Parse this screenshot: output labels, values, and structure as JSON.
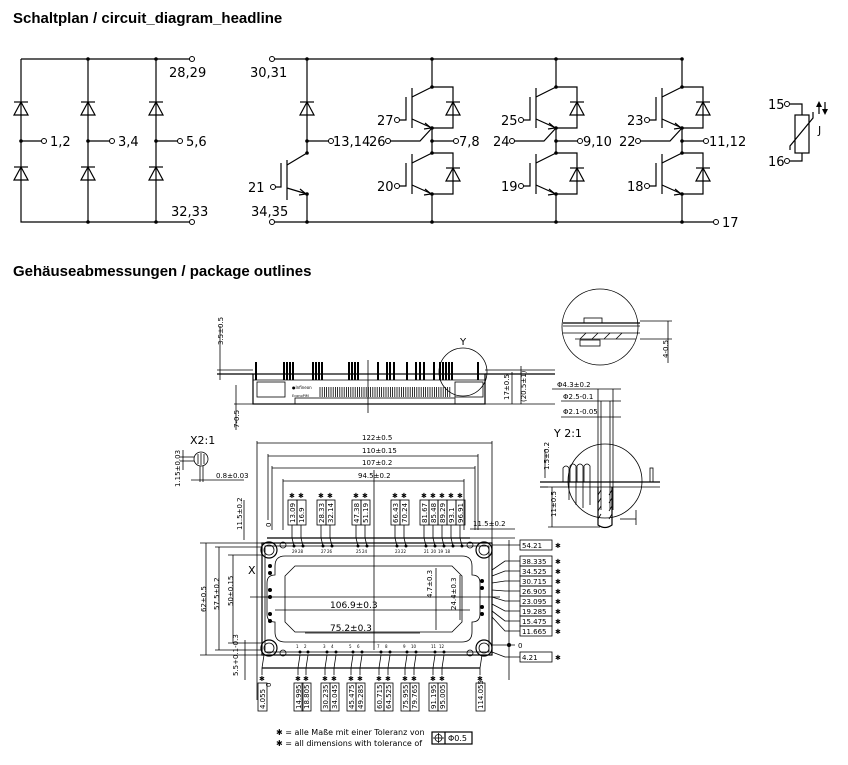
{
  "headlines": {
    "circuit": "Schaltplan / circuit_diagram_headline",
    "package": "Gehäuseabmessungen / package outlines"
  },
  "circuit": {
    "rectifier": {
      "top_terminal": "28,29",
      "bottom_terminal": "32,33",
      "ac_terminals": [
        "1,2",
        "3,4",
        "5,6"
      ]
    },
    "brake_chopper": {
      "top_terminal": "30,31",
      "bottom_terminal": "34,35",
      "gate": "21",
      "output": "13,14"
    },
    "inverter": {
      "phases": [
        {
          "high_gate": "27",
          "aux": "26",
          "low_gate": "20",
          "output": "7,8"
        },
        {
          "high_gate": "25",
          "aux": "24",
          "low_gate": "19",
          "output": "9,10"
        },
        {
          "high_gate": "23",
          "aux": "22",
          "low_gate": "18",
          "output": "11,12"
        }
      ],
      "emitter_terminal": "17"
    },
    "ntc": {
      "pin_a": "15",
      "pin_b": "16",
      "symbol": "J"
    }
  },
  "package": {
    "side_view": {
      "dims": [
        "3.5±0.5",
        "7-0.5",
        "17±0.5",
        "(20.5±1)"
      ],
      "detail_marker": "Y"
    },
    "detail_y_top": {
      "dims": [
        "4-0.5"
      ]
    },
    "pin_diameters": [
      "Φ4.3±0.2",
      "Φ2.5-0.1",
      "Φ2.1-0.05"
    ],
    "detail_y": {
      "title": "Y 2:1",
      "dims": [
        "1.5±0.2",
        "11±0.5"
      ]
    },
    "detail_x": {
      "title": "X2:1",
      "dims": [
        "1.15±0.03",
        "0.8±0.03"
      ],
      "marker": "X"
    },
    "top_dims": [
      "122±0.5",
      "110±0.15",
      "107±0.2",
      "94.5±0.2"
    ],
    "top_pin_positions": [
      "13.09",
      "16.9",
      "28.33",
      "32.14",
      "47.38",
      "51.19",
      "66.43",
      "70.24",
      "81.67",
      "85.48",
      "89.29",
      "93.1",
      "96.91"
    ],
    "top_pin_numbers": [
      "29",
      "28",
      "27",
      "26",
      "25",
      "24",
      "23",
      "22",
      "21",
      "20",
      "19",
      "18"
    ],
    "left_dims": [
      "11.5±0.2",
      "62±0.5",
      "57.5±0.2",
      "50±0.15",
      "5.5+0.1-0.3"
    ],
    "right_dim_top": "11.5±0.2",
    "inner_dims": [
      "106.9±0.3",
      "75.2±0.3",
      "4.7±0.3",
      "24.4±0.3"
    ],
    "zero": "0",
    "right_pin_positions": [
      "54.21",
      "38.335",
      "34.525",
      "30.715",
      "26.905",
      "23.095",
      "19.285",
      "15.475",
      "11.665",
      "4.21"
    ],
    "bottom_pin_positions": [
      "4.055",
      "14.995",
      "18.805",
      "30.235",
      "34.045",
      "45.475",
      "49.285",
      "60.715",
      "64.525",
      "75.955",
      "79.765",
      "91.195",
      "95.005",
      "114.055"
    ],
    "bottom_pin_numbers": [
      "1",
      "2",
      "3",
      "4",
      "5",
      "6",
      "7",
      "8",
      "9",
      "10",
      "11",
      "12"
    ],
    "tolerance_note_de": "✱ = alle Maße mit einer Toleranz von",
    "tolerance_note_en": "✱ = all dimensions with tolerance of",
    "tolerance_value": "Φ0.5",
    "asterisk": "✱"
  }
}
